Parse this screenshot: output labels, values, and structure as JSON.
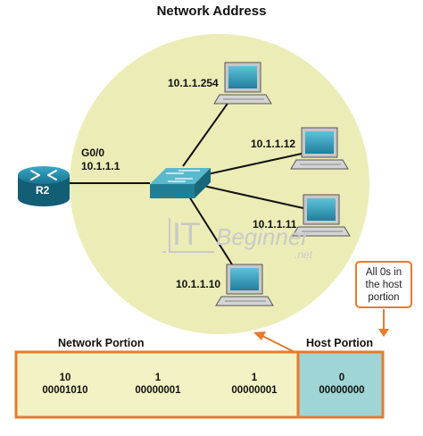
{
  "title": "Network Address",
  "router": {
    "name": "R2",
    "interface": "G0/0",
    "ip": "10.1.1.1"
  },
  "hosts": [
    {
      "ip": "10.1.1.254"
    },
    {
      "ip": "10.1.1.12"
    },
    {
      "ip": "10.1.1.11"
    },
    {
      "ip": "10.1.1.10"
    }
  ],
  "watermark": {
    "part1": "IT",
    "part2": "Beginner",
    "part3": ".net"
  },
  "callout": {
    "lines": [
      "All 0s in",
      "the host",
      "portion"
    ]
  },
  "address_table": {
    "network_label": "Network Portion",
    "host_label": "Host Portion",
    "octets": [
      {
        "decimal": "10",
        "binary": "00001010",
        "portion": "network"
      },
      {
        "decimal": "1",
        "binary": "00000001",
        "portion": "network"
      },
      {
        "decimal": "1",
        "binary": "00000001",
        "portion": "network"
      },
      {
        "decimal": "0",
        "binary": "00000000",
        "portion": "host"
      }
    ]
  },
  "colors": {
    "network_circle": "#ecedb6",
    "network_portion_fill": "#f2f2c4",
    "host_portion_fill": "#9fd5d5",
    "accent_orange": "#e87a2d",
    "router_blue": "#1c8aa8",
    "switch_teal": "#2c93a8"
  }
}
